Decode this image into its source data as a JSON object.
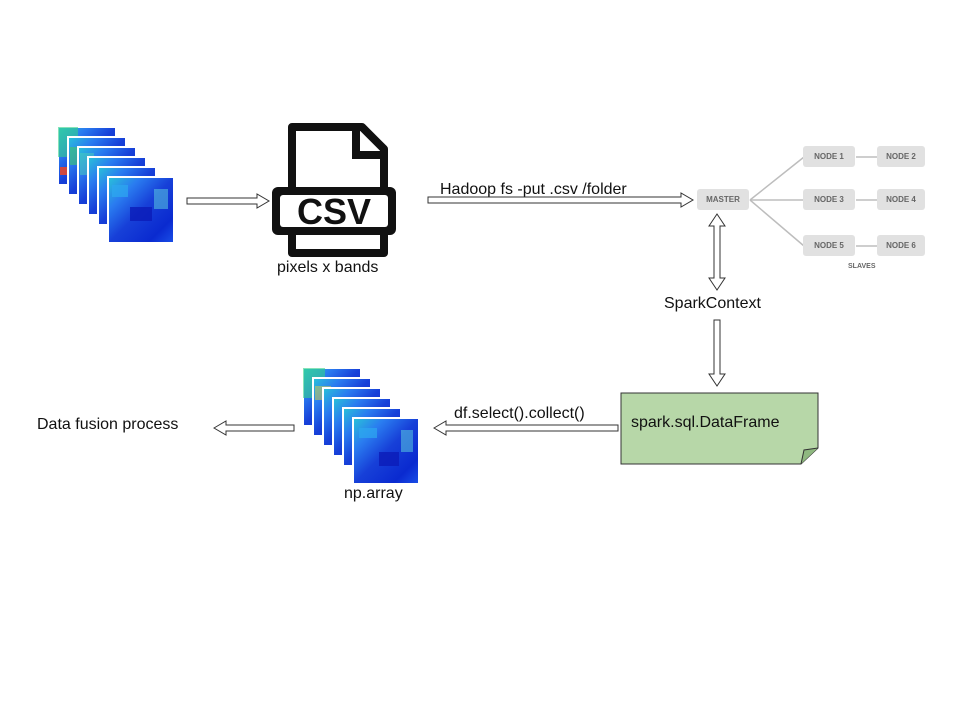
{
  "labels": {
    "csv_caption": "pixels x bands",
    "hadoop_cmd": "Hadoop fs -put .csv  /folder",
    "spark_context": "SparkContext",
    "dataframe": "spark.sql.DataFrame",
    "collect": "df.select().collect()",
    "np_array": "np.array",
    "fusion": "Data fusion process"
  },
  "csv_icon": {
    "text": "CSV"
  },
  "cluster": {
    "master": "MASTER",
    "nodes": [
      "NODE 1",
      "NODE 2",
      "NODE 3",
      "NODE 4",
      "NODE 5",
      "NODE 6"
    ],
    "slaves": "SLAVES"
  },
  "colors": {
    "dataframe_fill": "#b7d7a8",
    "node_fill": "#e1e1e1",
    "arrow_fill": "#ffffff",
    "arrow_stroke": "#333333"
  }
}
